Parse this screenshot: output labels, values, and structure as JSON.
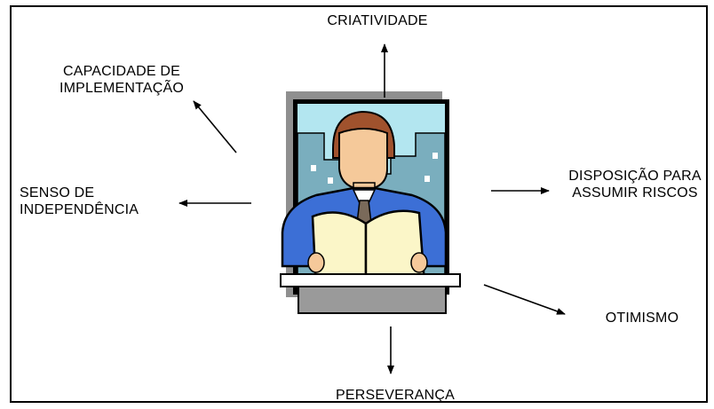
{
  "diagram": {
    "center_figure": "businessman-reading-newspaper",
    "labels": {
      "top": "CRIATIVIDADE",
      "top_left": "CAPACIDADE DE\nIMPLEMENTAÇÃO",
      "left": "SENSO DE\nINDEPENDÊNCIA",
      "right": "DISPOSIÇÃO PARA\nASSUMIR RISCOS",
      "bottom_right": "OTIMISMO",
      "bottom": "PERSEVERANÇA"
    },
    "colors": {
      "window_sky": "#b3e6f0",
      "buildings": "#7aaebe",
      "suit": "#3c6fd6",
      "skin": "#f5c99a",
      "hair": "#a0522d",
      "newspaper": "#fbf6c8",
      "frame_gray": "#9a9a9a"
    }
  }
}
